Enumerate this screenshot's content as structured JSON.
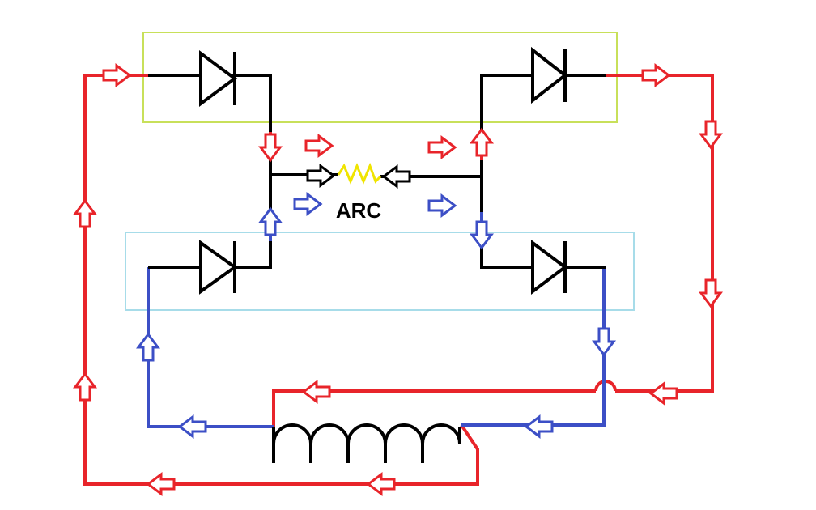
{
  "diagram": {
    "label": "ARC",
    "colors": {
      "background": "#ffffff",
      "red_path": "#e8242a",
      "blue_path": "#3c4fc6",
      "wire_black": "#000000",
      "top_box": "#c8e05a",
      "bottom_box": "#a7dce9",
      "arc": "#f0e400"
    },
    "components": [
      {
        "name": "diode-top-left",
        "type": "diode"
      },
      {
        "name": "diode-top-right",
        "type": "diode"
      },
      {
        "name": "diode-bottom-left",
        "type": "diode"
      },
      {
        "name": "diode-bottom-right",
        "type": "diode"
      },
      {
        "name": "arc-resistor",
        "type": "arc"
      },
      {
        "name": "transformer-coil",
        "type": "coil"
      }
    ]
  }
}
